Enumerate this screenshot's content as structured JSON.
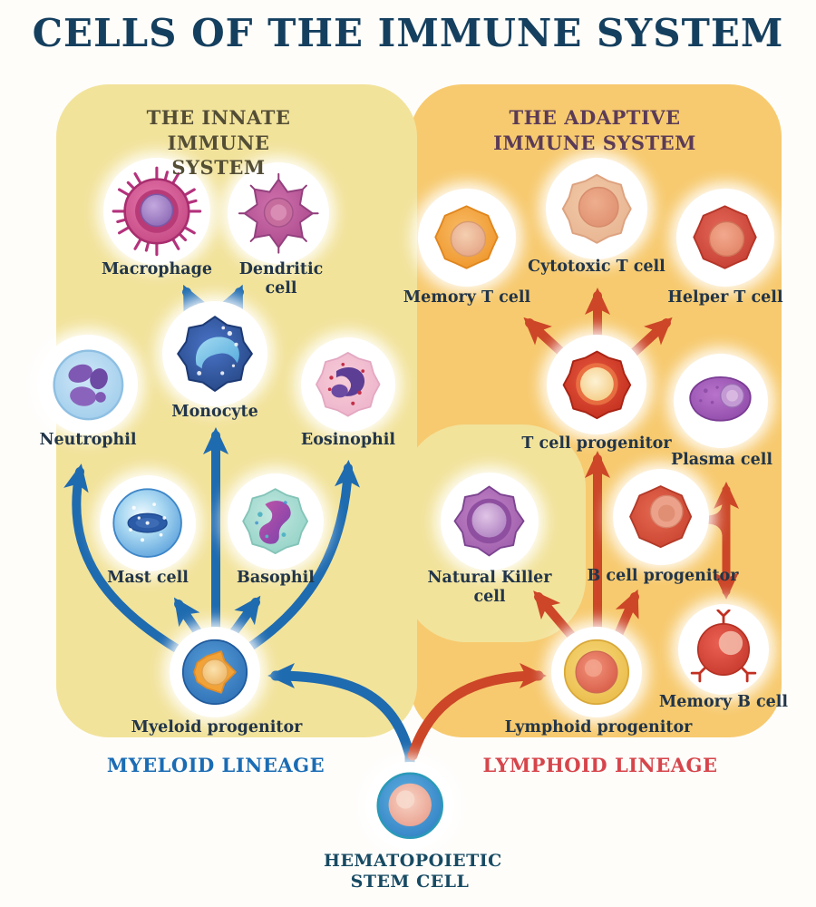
{
  "title": "CELLS OF THE IMMUNE SYSTEM",
  "panels": {
    "innate": {
      "header": "THE INNATE IMMUNE SYSTEM",
      "lineage_label": "MYELOID LINEAGE"
    },
    "adaptive": {
      "header": "THE ADAPTIVE IMMUNE SYSTEM",
      "lineage_label": "LYMPHOID LINEAGE"
    }
  },
  "cells": {
    "macrophage": {
      "label": "Macrophage"
    },
    "dendritic": {
      "label": "Dendritic cell"
    },
    "monocyte": {
      "label": "Monocyte"
    },
    "neutrophil": {
      "label": "Neutrophil"
    },
    "eosinophil": {
      "label": "Eosinophil"
    },
    "mast": {
      "label": "Mast cell"
    },
    "basophil": {
      "label": "Basophil"
    },
    "myeloid_progenitor": {
      "label": "Myeloid progenitor"
    },
    "memory_t": {
      "label": "Memory T cell"
    },
    "cytotoxic_t": {
      "label": "Cytotoxic T cell"
    },
    "helper_t": {
      "label": "Helper T cell"
    },
    "t_progenitor": {
      "label": "T cell progenitor"
    },
    "plasma": {
      "label": "Plasma cell"
    },
    "natural_killer": {
      "label": "Natural Killer cell"
    },
    "b_progenitor": {
      "label": "B cell progenitor"
    },
    "memory_b": {
      "label": "Memory B cell"
    },
    "lymphoid_progenitor": {
      "label": "Lymphoid progenitor"
    },
    "hsc": {
      "label": "HEMATOPOIETIC STEM CELL"
    }
  },
  "colors": {
    "title_text": "#153f5e",
    "innate_bg": "#f2e39b",
    "adaptive_bg": "#f7ca6f",
    "innate_header_text": "#534d35",
    "adaptive_header_text": "#5b3b57",
    "myeloid_arrow": "#1e6bb0",
    "lymphoid_arrow": "#cc4627",
    "myeloid_lineage_text": "#1a6cb4",
    "lymphoid_lineage_text": "#d6454b",
    "cell_label_text": "#223549",
    "hsc_label_text": "#174a63"
  }
}
